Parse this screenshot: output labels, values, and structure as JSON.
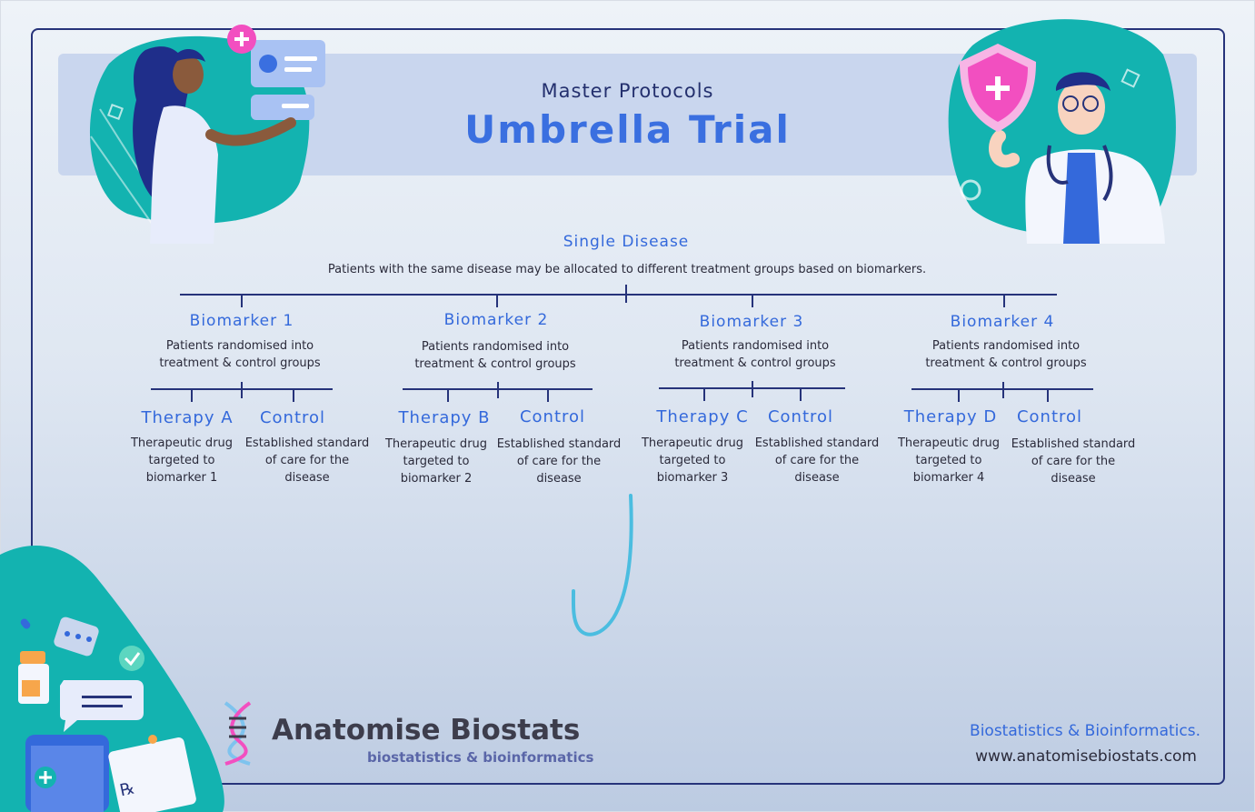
{
  "header": {
    "subtitle": "Master Protocols",
    "title": "Umbrella Trial"
  },
  "root": {
    "title": "Single Disease",
    "description": "Patients with the same disease may be allocated to different treatment groups based on biomarkers."
  },
  "biomarkers": [
    {
      "title": "Biomarker  1",
      "desc_line1": "Patients randomised into",
      "desc_line2": "treatment & control groups",
      "therapy": "Therapy A",
      "therapy_desc": [
        "Therapeutic drug",
        "targeted to",
        "biomarker 1"
      ],
      "control": "Control",
      "control_desc": [
        "Established standard",
        "of care for the",
        "disease"
      ]
    },
    {
      "title": "Biomarker 2",
      "desc_line1": "Patients randomised into",
      "desc_line2": "treatment & control groups",
      "therapy": "Therapy B",
      "therapy_desc": [
        "Therapeutic drug",
        "targeted to",
        "biomarker 2"
      ],
      "control": "Control",
      "control_desc": [
        "Established standard",
        "of care for the",
        "disease"
      ]
    },
    {
      "title": "Biomarker 3",
      "desc_line1": "Patients randomised into",
      "desc_line2": "treatment & control groups",
      "therapy": "Therapy C",
      "therapy_desc": [
        "Therapeutic drug",
        "targeted to",
        "biomarker 3"
      ],
      "control": "Control",
      "control_desc": [
        "Established standard",
        "of care for the",
        "disease"
      ]
    },
    {
      "title": "Biomarker 4",
      "desc_line1": "Patients randomised into",
      "desc_line2": "treatment & control groups",
      "therapy": "Therapy D",
      "therapy_desc": [
        "Therapeutic drug",
        "targeted to",
        "biomarker 4"
      ],
      "control": "Control",
      "control_desc": [
        "Established standard",
        "of care for the",
        "disease"
      ]
    }
  ],
  "brand": {
    "name": "Anatomise Biostats",
    "tagline": "biostatistics & bioinformatics"
  },
  "footer": {
    "line1": "Biostatistics & Bioinformatics.",
    "line2": "www.anatomisebiostats.com"
  },
  "colors": {
    "heading_blue": "#3469db",
    "navy": "#26337a",
    "teal": "#13b3b0",
    "pink": "#f24fc0",
    "sky": "#7ec3ee"
  },
  "icons": [
    "female-doctor-illustration",
    "male-doctor-illustration",
    "shield-icon",
    "medical-supplies-illustration",
    "dna-icon",
    "annotation-stroke"
  ]
}
